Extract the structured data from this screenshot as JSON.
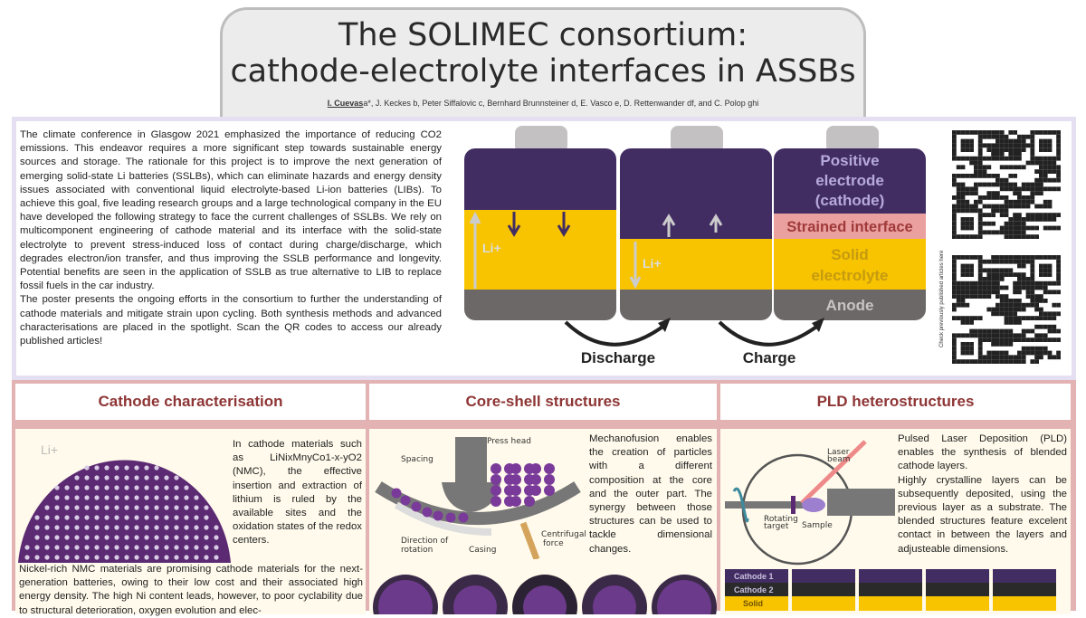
{
  "header": {
    "title_line1": "The SOLIMEC consortium:",
    "title_line2": "cathode-electrolyte interfaces in ASSBs",
    "authors_lead": "I. Cuevas",
    "authors_rest": "a*, J. Keckes b, Peter Siffalovic c, Bernhard Brunnsteiner d, E. Vasco e, D. Rettenwander df, and C. Polop ghi"
  },
  "intro": {
    "p1": "The climate conference in Glasgow 2021 emphasized the importance of reducing CO2 emissions. This endeavor requires a more significant step towards sustainable energy sources and storage. The rationale for this project is to improve the next generation of emerging solid-state Li batteries (SSLBs), which can eliminate hazards and energy density issues associated with conventional liquid electrolyte-based Li-ion batteries (LIBs). To achieve this goal, five leading research groups and a large technological company in the EU have developed the following strategy to face the current challenges of SSLBs. We rely on multicomponent engineering of cathode material and its interface with the solid-state electrolyte to prevent stress-induced loss of contact during charge/discharge, which degrades electron/ion transfer, and thus improving the SSLB performance and longevity. Potential benefits are seen in the application of SSLB as true alternative to LIB to replace fossil fuels in the car industry.",
    "p2": "The poster presents the ongoing efforts in the consortium to further the understanding of cathode materials and mitigate strain upon cycling. Both synthesis methods and advanced characterisations are placed in the spotlight. Scan the QR codes to access our already published articles!"
  },
  "battery": {
    "li_label": "Li+",
    "cathode_label_1": "Positive",
    "cathode_label_2": "electrode",
    "cathode_label_3": "(cathode)",
    "interface_label": "Strained interface",
    "electrolyte_label_1": "Solid",
    "electrolyte_label_2": "electrolyte",
    "anode_label": "Anode",
    "discharge_label": "Discharge",
    "charge_label": "Charge",
    "colors": {
      "cathode": "#422d63",
      "electrolyte": "#f8c400",
      "anode": "#6d6868",
      "interface": "#eba0a0",
      "interface_text": "#a03a3a",
      "cathode_text": "#b6a9dc",
      "electrolyte_text": "#c59a10"
    }
  },
  "qr": {
    "caption": "Check previously published articles here"
  },
  "sections": [
    {
      "title": "Cathode characterisation",
      "text1": "In cathode materials such as LiNixMnyCo1-x-yO2 (NMC), the effective insertion and extraction of lithium is ruled by the available sites and the oxidation states of the redox centers.",
      "text2": "Nickel-rich NMC materials are promising cathode materials for the next-generation batteries, owing to their low cost and their associated high energy density. The high Ni content leads, however, to poor cyclability due to structural deterioration, oxygen evolution and elec-",
      "li_label": "Li+"
    },
    {
      "title": "Core-shell structures",
      "text": "Mechanofusion enables the creation of particles with a different composition at the core and the outer part. The synergy between those structures can be used to tackle dimensional changes.",
      "labels": {
        "press": "Press head",
        "spacing": "Spacing",
        "rotation_1": "Direction of",
        "rotation_2": "rotation",
        "casing": "Casing",
        "force_1": "Centrifugal",
        "force_2": "force"
      }
    },
    {
      "title": "PLD heterostructures",
      "text1": "Pulsed Laser Deposition (PLD) enables the synthesis of blended cathode layers.",
      "text2": "Highly crystalline layers can be subsequently deposited, using the previous layer as a substrate. The blended structures feature excelent contact in between the layers and adjusteable dimensions.",
      "labels": {
        "laser_1": "Laser",
        "laser_2": "beam",
        "target_1": "Rotating",
        "target_2": "target",
        "sample": "Sample",
        "cathode1": "Cathode 1",
        "cathode2": "Cathode 2",
        "solid": "Solid"
      }
    }
  ]
}
